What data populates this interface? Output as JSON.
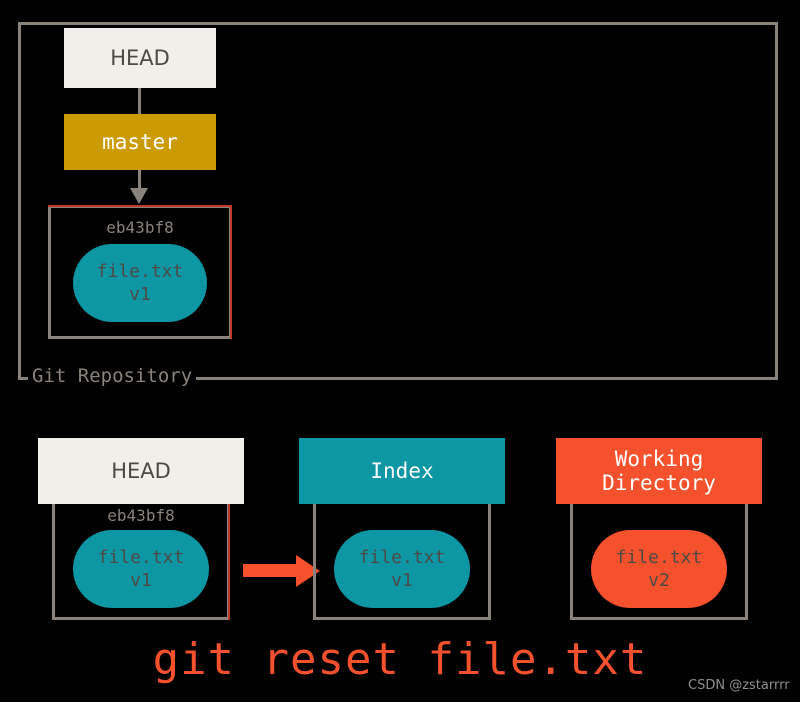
{
  "diagram": {
    "caption": "git reset file.txt",
    "watermark": "CSDN @zstarrrr",
    "colors": {
      "background": "#000000",
      "frame_gray": "#8a837c",
      "head_bg": "#f0efe9",
      "head_text": "#4d4a45",
      "master_bg": "#cc9a02",
      "index_bg": "#0d96a4",
      "workdir_bg": "#f4512c",
      "accent_red": "#c1392b",
      "arrow_red": "#f4512c",
      "blob_text": "#4d4a45"
    }
  },
  "repository": {
    "label": "Git Repository",
    "head_box": {
      "label": "HEAD"
    },
    "master_box": {
      "label": "master"
    },
    "commit": {
      "sha": "eb43bf8",
      "blob": {
        "filename": "file.txt",
        "version": "v1"
      }
    }
  },
  "areas": {
    "head": {
      "header": "HEAD",
      "sha": "eb43bf8",
      "blob": {
        "filename": "file.txt",
        "version": "v1"
      }
    },
    "index": {
      "header": "Index",
      "blob": {
        "filename": "file.txt",
        "version": "v1"
      }
    },
    "working_directory": {
      "header_line1": "Working",
      "header_line2": "Directory",
      "blob": {
        "filename": "file.txt",
        "version": "v2"
      }
    }
  }
}
